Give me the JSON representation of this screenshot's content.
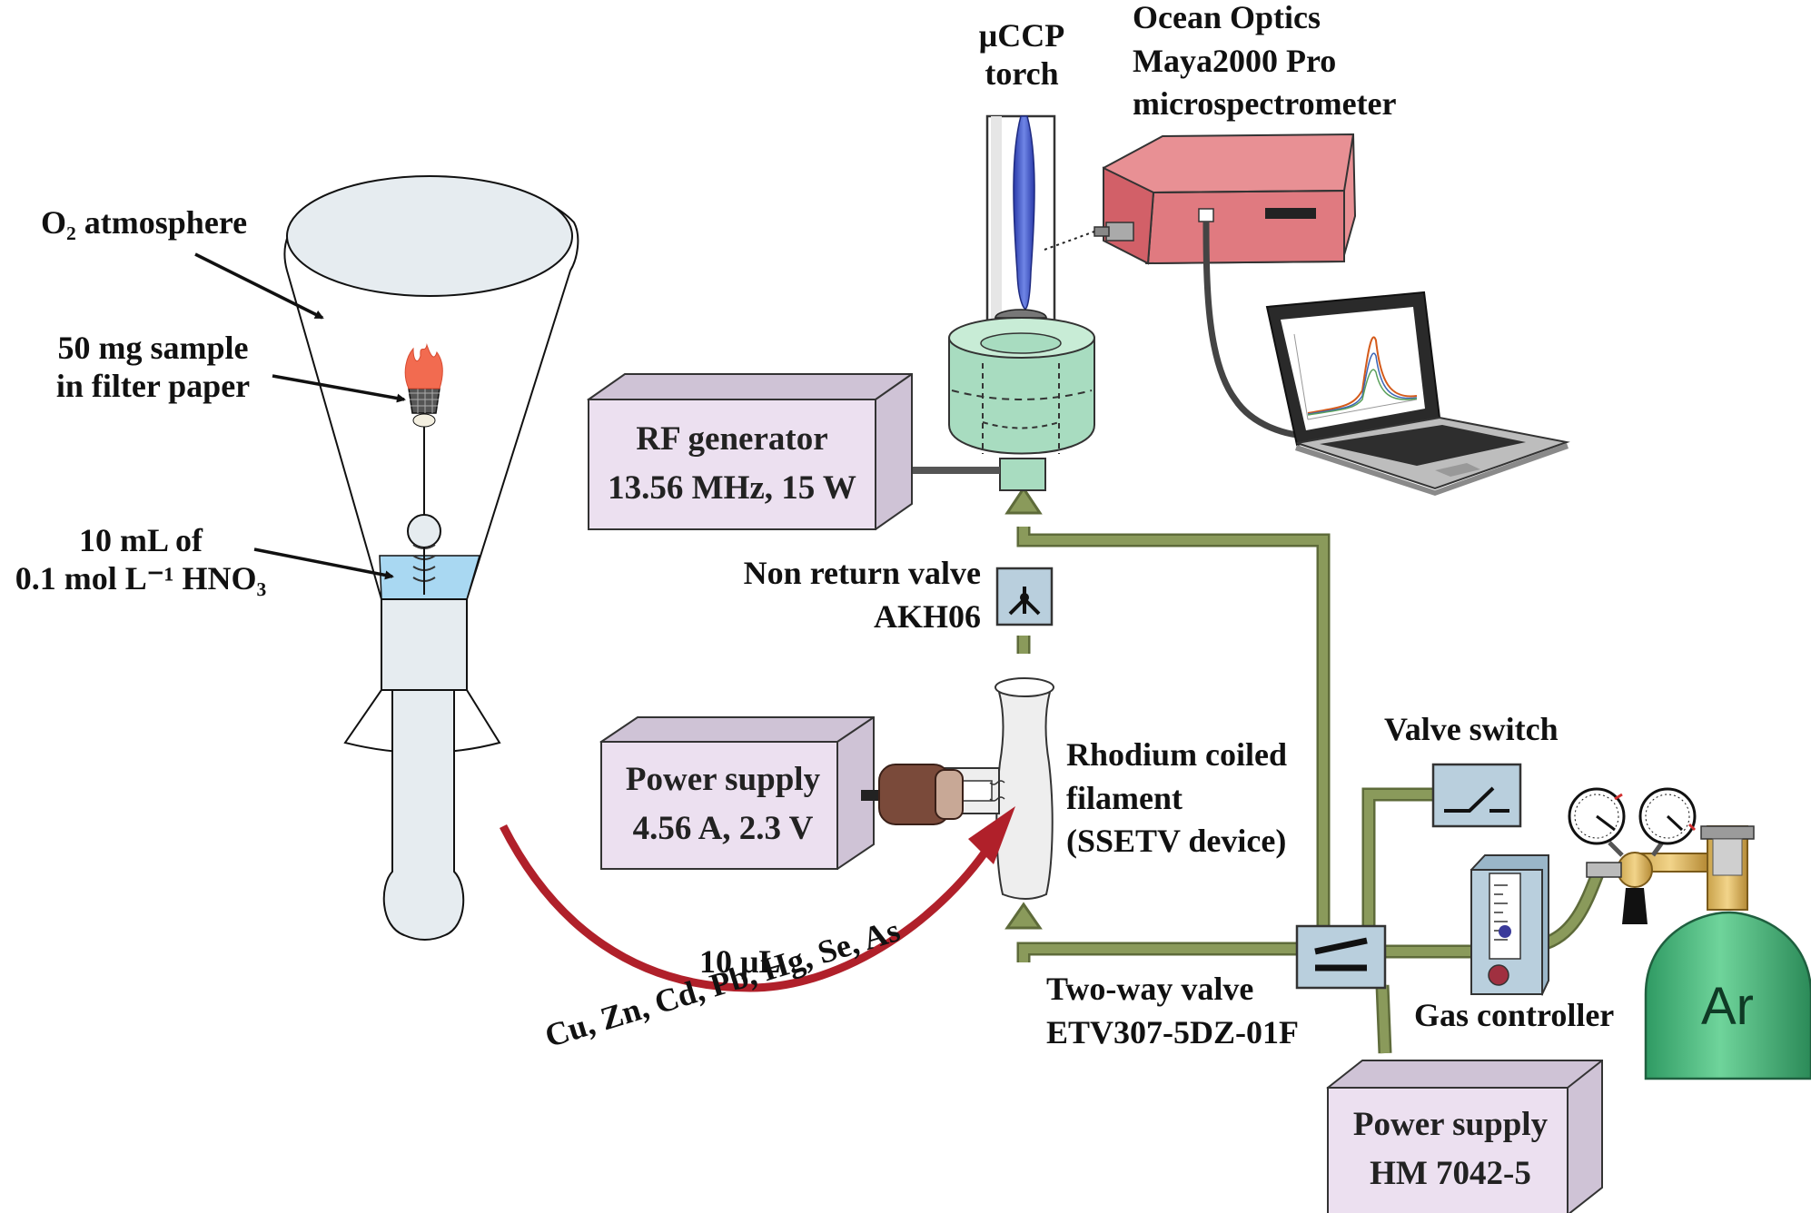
{
  "labels": {
    "o2_atmosphere": "O₂ atmosphere",
    "sample_line1": "50 mg sample",
    "sample_line2": "in filter paper",
    "hno3_line1": "10 mL of",
    "hno3_line2": "0.1 mol L⁻¹ HNO₃",
    "torch_line1": "μCCP",
    "torch_line2": "torch",
    "spectrometer_line1": "Ocean Optics",
    "spectrometer_line2": "Maya2000 Pro",
    "spectrometer_line3": "microspectrometer",
    "rf_line1": "RF generator",
    "rf_line2": "13.56 MHz, 15 W",
    "nrv_line1": "Non return valve",
    "nrv_line2": "AKH06",
    "ps1_line1": "Power supply",
    "ps1_line2": "4.56 A, 2.3 V",
    "rhodium_line1": "Rhodium coiled",
    "rhodium_line2": "filament",
    "rhodium_line3": "(SSETV device)",
    "valve_switch": "Valve switch",
    "twoway_line1": "Two-way valve",
    "twoway_line2": "ETV307-5DZ-01F",
    "gas_controller": "Gas controller",
    "ps2_line1": "Power supply",
    "ps2_line2": "HM 7042-5",
    "argon": "Ar",
    "volume": "10 μL",
    "elements": "Cu, Zn, Cd, Pb, Hg, Se, As"
  },
  "colors": {
    "gas_line": "#8a9a5b",
    "gas_line_edge": "#5e6b3a",
    "box_fill": "#ece0f0",
    "valve_fill": "#b9cfdd",
    "torch_fill": "#a8dcc0",
    "spectrometer_fill": "#e07a80",
    "cylinder_fill": "#5ec28a",
    "flask_fill": "#e6ecf0",
    "solution_fill": "#a9d8f2",
    "transfer_arrow": "#b0202a",
    "plasma": "#3b4fc0"
  }
}
